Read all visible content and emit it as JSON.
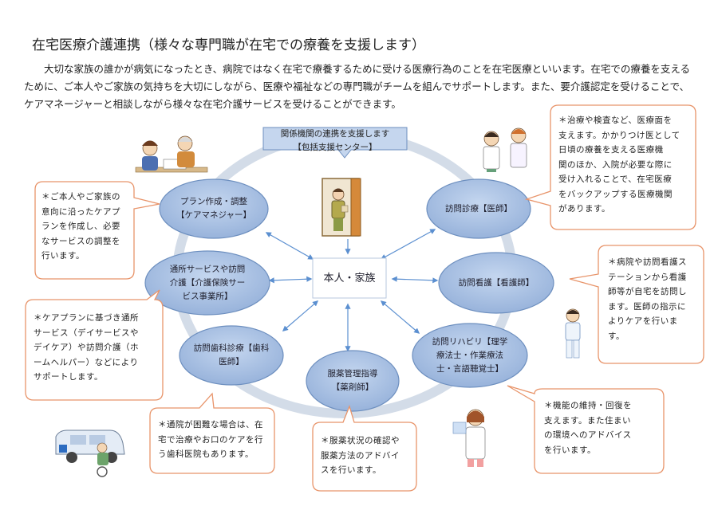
{
  "title": "在宅医療介護連携（様々な専門職が在宅での療養を支援します）",
  "intro": "大切な家族の誰かが病気になったとき、病院ではなく在宅で療養するために受ける医療行為のことを在宅医療といいます。在宅での療養を支えるために、ご本人やご家族の気持ちを大切にしながら、医療や福祉などの専門職がチームを組んでサポートします。また、要介護認定を受けることで、ケアマネージャーと相談しながら様々な在宅介護サービスを受けることができます。",
  "banner": {
    "line1": "関係機関の連携を支援します",
    "line2": "【包括支援センター】"
  },
  "center": "本人・家族",
  "nodes": {
    "care_manager": {
      "line1": "プラン作成・調整",
      "line2": "【ケアマネジャー】"
    },
    "home_doctor": {
      "line1": "訪問診療【医師】"
    },
    "nurse": {
      "line1": "訪問看護【看護師】"
    },
    "care_service": {
      "line1": "通所サービスや訪問",
      "line2": "介護【介護保険サー",
      "line3": "ビス事業所】"
    },
    "rehab": {
      "line1": "訪問リハビリ【理学",
      "line2": "療法士・作業療法",
      "line3": "士・言語聴覚士】"
    },
    "dental": {
      "line1": "訪問歯科診療【歯科",
      "line2": "医師】"
    },
    "pharmacy": {
      "line1": "服薬管理指導",
      "line2": "【薬剤師】"
    }
  },
  "callouts": {
    "care_manager": [
      "＊ご本人やご家族の",
      "意向に沿ったケアプ",
      "ランを作成し、必要",
      "なサービスの調整を",
      "行います。"
    ],
    "doctor": [
      "＊治療や検査など、医療面を",
      "支えます。かかりつけ医として",
      "日頃の療養を支える医療機",
      "関のほか、入院が必要な際に",
      "受け入れることで、在宅医療",
      "をバックアップする医療機関",
      "があります。"
    ],
    "nurse": [
      "＊病院や訪問看護ス",
      "テーションから看護",
      "師等が自宅を訪問し",
      "ます。医師の指示に",
      "よりケアを行いま",
      "す。"
    ],
    "care_service": [
      "＊ケアプランに基づき通所",
      "サービス（デイサービスや",
      "デイケア）や訪問介護（ホ",
      "ームヘルパー）などにより",
      "サポートします。"
    ],
    "dental": [
      "＊通院が困難な場合は、在",
      "宅で治療やお口のケアを行",
      "う歯科医院もあります。"
    ],
    "pharmacy": [
      "＊服薬状況の確認や",
      "服薬方法のアドバイ",
      "スを行います。"
    ],
    "rehab": [
      "＊機能の維持・回復を",
      "支えます。また住まい",
      "の環境へのアドバイス",
      "を行います。"
    ]
  },
  "colors": {
    "node_fill": "#a9c1e3",
    "node_stroke": "#6d8fbf",
    "ring": "#d3dce8",
    "arrow": "#5b8fd0",
    "callout_border": "#e8946a",
    "banner_fill": "#c5d6ee"
  }
}
